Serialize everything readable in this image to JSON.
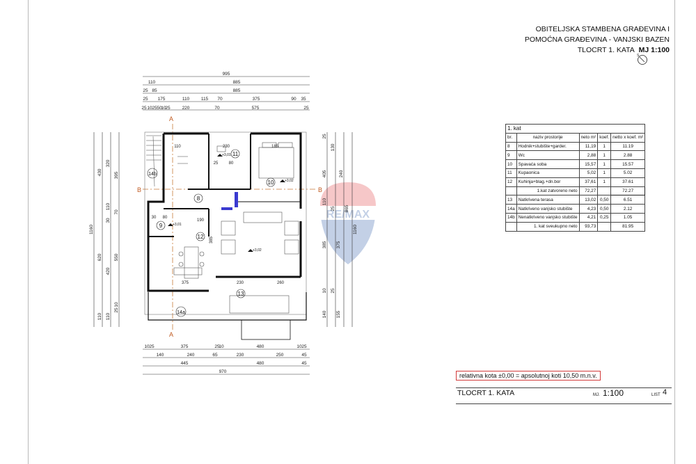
{
  "title": {
    "line1": "OBITELJSKA STAMBENA GRAĐEVINA I",
    "line2": "POMOĆNA GRAĐEVINA - VANJSKI BAZEN",
    "line3": "TLOCRT 1. KATA",
    "scale": "MJ 1:100"
  },
  "north_symbol": "S",
  "watermark": "RE/MAX",
  "dims_top": [
    "995",
    "110",
    "885",
    "25",
    "85",
    "885",
    "25",
    "175",
    "110",
    "115",
    "70",
    "375",
    "90",
    "35",
    "25",
    "10",
    "25",
    "50",
    "10",
    "25",
    "220",
    "70",
    "575",
    "25"
  ],
  "dims_bottom": [
    "10",
    "25",
    "375",
    "25",
    "10",
    "480",
    "10",
    "25",
    "140",
    "240",
    "65",
    "230",
    "250",
    "45",
    "445",
    "480",
    "45",
    "970"
  ],
  "dims_left": [
    "1160",
    "430",
    "320",
    "395",
    "110",
    "70",
    "30",
    "620",
    "550",
    "420",
    "110",
    "110",
    "10",
    "25"
  ],
  "dims_right": [
    "25",
    "130",
    "405",
    "240",
    "110",
    "865",
    "25",
    "1160",
    "385",
    "375",
    "10",
    "25",
    "140",
    "155"
  ],
  "section_marks": [
    "A",
    "A",
    "B",
    "B"
  ],
  "plan_labels": {
    "room_numbers": [
      "8",
      "9",
      "10",
      "11",
      "12",
      "13",
      "14a",
      "14b"
    ],
    "room_dims": [
      "110",
      "230",
      "185",
      "190",
      "385",
      "375",
      "230",
      "260",
      "25",
      "80",
      "30",
      "80"
    ],
    "levels": [
      "+3,01",
      "+3,02",
      "+3,01",
      "+3,02"
    ]
  },
  "table": {
    "section": "1. kat",
    "headers": [
      "br.",
      "naziv prostorije",
      "neto m²",
      "koef.",
      "netto x koef. m²"
    ],
    "rows": [
      [
        "8",
        "Hodnik+stubište+garder.",
        "11,19",
        "1",
        "11.19"
      ],
      [
        "9",
        "Wc",
        "2,88",
        "1",
        "2.88"
      ],
      [
        "10",
        "Spavaća soba",
        "15,57",
        "1",
        "15.57"
      ],
      [
        "11",
        "Kupaonica",
        "5,02",
        "1",
        "5.02"
      ],
      [
        "12",
        "Kuhinja+blag.+dn.bor",
        "37,61",
        "1",
        "37.61"
      ]
    ],
    "subtotal": [
      "1.kat zatvoreno neto",
      "72,27",
      "72.27"
    ],
    "rows2": [
      [
        "13",
        "Natkrivena terasa",
        "13,02",
        "0,50",
        "6.51"
      ],
      [
        "14a",
        "Natkriveno vanjsko stubište",
        "4,23",
        "0,50",
        "2.12"
      ],
      [
        "14b",
        "Nenatkriveno vanjsko stubište",
        "4,21",
        "0,25",
        "1.05"
      ]
    ],
    "total": [
      "1. kat sveukupno neto",
      "93,73",
      "81.95"
    ]
  },
  "kota_note": "relativna kota ±0,00 = apsolutnoj koti 10,50 m.n.v.",
  "footer": {
    "plan_name": "TLOCRT 1. KATA",
    "scale_label": "MJ.",
    "scale_value": "1:100",
    "sheet_label": "LIST",
    "sheet_value": "4"
  }
}
